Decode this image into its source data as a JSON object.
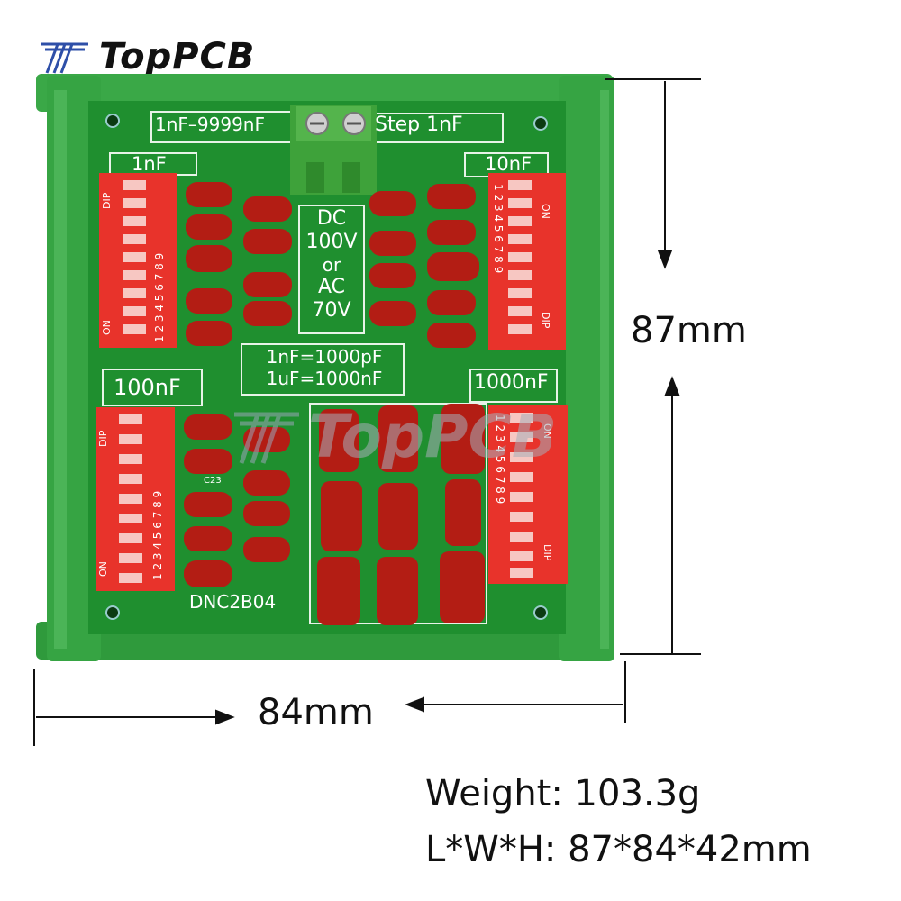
{
  "brand": {
    "name": "TopPCB",
    "icon": "toppcb-logo-icon"
  },
  "board": {
    "range_label": "1nF–9999nF",
    "step_label": "Step 1nF",
    "rating_lines": [
      "DC",
      "100V",
      "or",
      "AC",
      "70V"
    ],
    "conversion_1": "1nF=1000pF",
    "conversion_2": "1uF=1000nF",
    "model": "DNC2B04",
    "section_1nf": "1nF",
    "section_10nf": "10nF",
    "section_100nf": "100nF",
    "section_1000nf": "1000nF",
    "dip_label": "DIP",
    "on_label": "ON",
    "dip_numbers": "1 2 3 4 5 6 7 8 9",
    "capacitor_mark": "C23",
    "watermark": "TopPCB"
  },
  "dimensions": {
    "height": "87mm",
    "width": "84mm"
  },
  "specs": {
    "weight": "Weight: 103.3g",
    "size": "L*W*H: 87*84*42mm"
  },
  "colors": {
    "pcb": "#1f8f2f",
    "rail": "#2e9a3c",
    "dip": "#e8332b",
    "capacitor": "#b31d14",
    "terminal": "#3ea23a"
  }
}
